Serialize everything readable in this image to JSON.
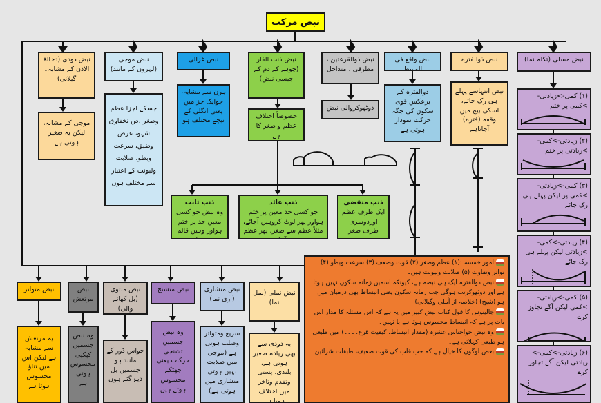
{
  "title": "نبض مرکب",
  "colors": {
    "title": "#ffff00",
    "tan": "#fcd99b",
    "lightblue": "#cce6f4",
    "blue": "#1ea0e6",
    "green": "#8dd04a",
    "grey": "#c4c4c4",
    "skyblue": "#9ccde6",
    "purple": "#c7a7d6",
    "orange": "#ee7b2f"
  },
  "top": [
    {
      "head": "نبض دودی (دخالۃ الاذن کے مشابہ۔گیلانی)",
      "body": "موجی کے مشابہ، لیکن یہ صغیر ہوتی ہے"
    },
    {
      "head": "نبض موجی (لہروں کے مانند)",
      "body": "جسکے اجزا عظم وصغر ،ض نخفاوق شہو، عرض وضیق، سرعت وبطو، صلابت ولیونت کے اعتبار سے مختلف ہوں"
    },
    {
      "head": "نبض غزالی",
      "body": "ہرن سے مشابہ، جوایک جز میں یعنی انگلی کے نیچے مختلف ہو"
    },
    {
      "head": "نبض ذنب الفار (چوہے کے دم کے جیسی نبض)",
      "body": "خصوصاً اختلاف عظم و صغر کا ہے"
    },
    {
      "head": "نبض ذوالقرعتین ، مطرقی ، متداخل",
      "body": "دوٹھوکروالی نبض"
    },
    {
      "head": "نبض واقع فی الوسط",
      "body": "ذوالفترہ کے برعکس قوی سکون کی جگہ حرکت نمودار ہوتی ہے"
    },
    {
      "head": "نبض ذوالفترہ",
      "body": "نبض انتہاسے پہلے ہی رک جائے، اسکی بیچ میں وقفہ (فترہ) آجاتاہے"
    },
    {
      "head": "نبض مسلی (تکلہ نما)"
    }
  ],
  "dhanab": [
    {
      "head": "ذنب ثابت",
      "body": "وہ نبض جو کسی معین حد پر ختم ہواور وہیں قائم ہوجائے"
    },
    {
      "head": "ذنب عائد",
      "body": "جو کسی حد معین پر ختم ہواور پھر لوٹ کروہیں آجائے، مثلاً عظم سے صغر، پھر عظم پر آجائے"
    },
    {
      "head": "ذنب منقضی",
      "body": "ایک طرف عظم اوردوسری طرف صغر"
    }
  ],
  "musalli": [
    "(۱) کمی->زیادتی->کمی پر ختم",
    "(۲) زیادتی->کمی->زیادتی پر ختم",
    "(۳) کمی->زیادتی->کمی پر لیکن پہلے ہی رک جائے",
    "(۴) زیادتی->کمی->زیادتی لیکن پہلے ہی رک جائے",
    "(۵) کمی->زیادتی->کمی لیکن آگے تجاوز کرے",
    "(۶) زیادتی->کمی-> زیادتی لیکن آگے تجاوز کرے"
  ],
  "bottom": [
    {
      "head": "نبض متواتر",
      "body": "یہ مرتعش سے مشابہ ہے لیکن اس میں تناؤ محسوس ہوتا ہے"
    },
    {
      "head": "نبض مرتعش",
      "body": "وہ نبض جسمیں کپکپی محسوس ہوتی ہے"
    },
    {
      "head": "نبض ملتوی (بل کھانے والی)",
      "body": "جواس ڈور کے مانند ہو جسمیں بل دیۓ گئے ہوں"
    },
    {
      "head": "نبض متشنج",
      "body": "وہ نبض جسمیں تشنجی حرکات یعنی جھٹکے محسوس ہوتے ہیں"
    },
    {
      "head": "نبض منشاری (آری نما)",
      "body": "سریع ومتواتر وصلب ہوتی ہے (موجی میں صلابت نہیں ہوتی منشاری میں ہوتی ہے)"
    },
    {
      "head": "نبض نملی (نمل نما)",
      "body": "یہ دودی سے بھی زیادہ صغیر ہوتی ہے، بلندی، پستی وتقدم وتاخر میں اختلاف ہوتا ہے"
    }
  ],
  "notes": [
    "امور خمسہ :(۱) عظم وصغر (۲) قوت وضعف (۳) سرعت وبطو (۴) تواتر وتفاوت (۵) صلابت ولیونت ہیں۔",
    "نبض ذوالفترہ ایک ہی نبضہ ہے، کیونکہ اسمیں زمانہ سکون نہیں ہوتا ہے اور دوٹھوکرتب ہوگی جب زمانہ سکون یعنی انبساط بھی درمیان میں ہو (شیخ) (خلاصہ از آملی وگیلانی)",
    "جالینوس کا قول کتاب نبض کبیر میں یہ ہے کہ اس مسئلہ کا مدار اس بات پر ہے کہ انبساط محسوس ہوتا ہے یا نہیں۔",
    "وہ نبض جواجناس عشرہ (مقدار انبساط، کیفیت قرع۔۔۔۔) میں طبعی ہو طبعی کہلاتی ہے۔",
    "بعض لوگوں کا خیال ہے کہ جب قلب کی قوت ضعیف، طبقات شرائین"
  ]
}
